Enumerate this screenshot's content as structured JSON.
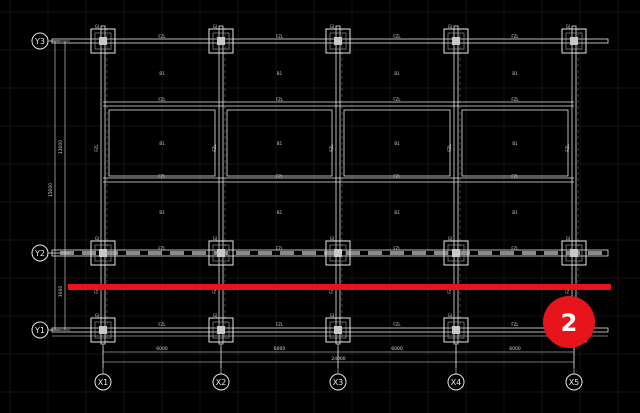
{
  "drawing": {
    "axes_x": [
      "X1",
      "X2",
      "X3",
      "X4",
      "X5"
    ],
    "axes_y": [
      "Y1",
      "Y2",
      "Y3"
    ],
    "bay_dims_x": [
      "6000",
      "6000",
      "6000",
      "6000"
    ],
    "total_dim_x": "24000",
    "dims_y": [
      "11000",
      "3000"
    ],
    "total_dim_y": "15000",
    "column_tag": "GJ",
    "beam_tag": "FZL",
    "slab_tag": "B1"
  },
  "badge": {
    "number": "2",
    "color": "#e8141b"
  },
  "colors": {
    "background": "#000000",
    "lines": "#e6e6e6",
    "highlight": "#e8141b",
    "accent_gray": "#8a8a8a"
  }
}
